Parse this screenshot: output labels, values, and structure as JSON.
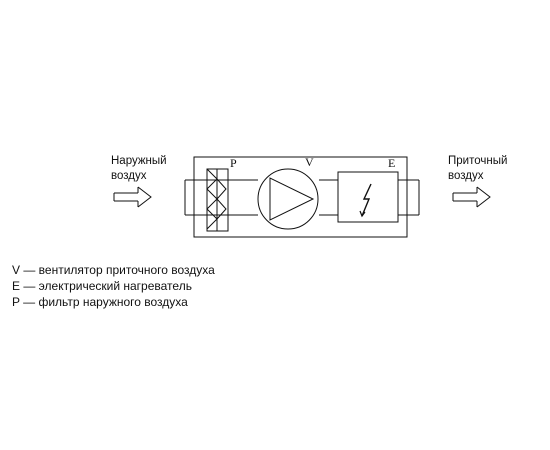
{
  "diagram": {
    "outdoor_air_label": "Наружный\nвоздух",
    "supply_air_label": "Приточный\nвоздух",
    "filter_letter": "P",
    "fan_letter": "V",
    "heater_letter": "E"
  },
  "legend": [
    "V — вентилятор приточного воздуха",
    "E — электрический нагреватель",
    "P — фильтр наружного воздуха"
  ]
}
